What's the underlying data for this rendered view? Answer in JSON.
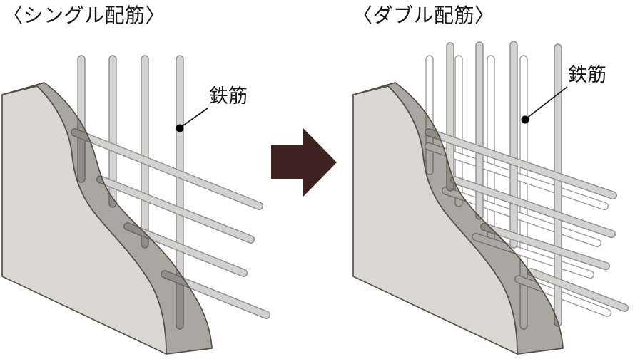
{
  "left_panel": {
    "title": "〈シングル配筋〉",
    "rebar_label": "鉄筋",
    "rebar_layers": 1,
    "vertical_bar_count": 4,
    "horizontal_bar_count": 4
  },
  "right_panel": {
    "title": "〈ダブル配筋〉",
    "rebar_label": "鉄筋",
    "rebar_layers": 2,
    "vertical_bar_count": 8,
    "horizontal_bar_count": 8
  },
  "arrow": {
    "direction": "right"
  },
  "colors": {
    "background": "#ffffff",
    "wall-face": "#dad9d1",
    "wall-cut-base": "#322d1c",
    "outline": "#54514b",
    "bar-fill": "#d3d2d0",
    "bar-border": "#8e8e8c",
    "bar-back-fill": "#ffffff",
    "bar-back-border": "#9c9c9a",
    "arrow": "#3e2220",
    "text": "#1a1a1a"
  }
}
